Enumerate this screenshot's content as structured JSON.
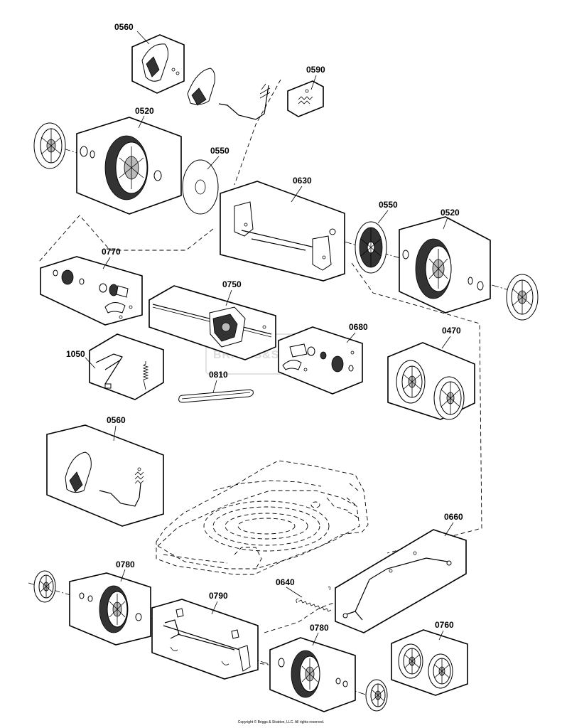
{
  "callouts": [
    {
      "id": "c0560a",
      "text": "0560"
    },
    {
      "id": "c0590",
      "text": "0590"
    },
    {
      "id": "c0520a",
      "text": "0520"
    },
    {
      "id": "c0550a",
      "text": "0550"
    },
    {
      "id": "c0630",
      "text": "0630"
    },
    {
      "id": "c0550b",
      "text": "0550"
    },
    {
      "id": "c0520b",
      "text": "0520"
    },
    {
      "id": "c0770",
      "text": "0770"
    },
    {
      "id": "c0750",
      "text": "0750"
    },
    {
      "id": "c0680",
      "text": "0680"
    },
    {
      "id": "c1050",
      "text": "1050"
    },
    {
      "id": "c0810",
      "text": "0810"
    },
    {
      "id": "c0470",
      "text": "0470"
    },
    {
      "id": "c0560b",
      "text": "0560"
    },
    {
      "id": "c0660",
      "text": "0660"
    },
    {
      "id": "c0780a",
      "text": "0780"
    },
    {
      "id": "c0640",
      "text": "0640"
    },
    {
      "id": "c0790",
      "text": "0790"
    },
    {
      "id": "c0780b",
      "text": "0780"
    },
    {
      "id": "c0760",
      "text": "0760"
    }
  ],
  "watermark": "BRIGGS&STRATTON",
  "copyright": "Copyright © Briggs & Stratton, LLC. All rights reserved."
}
